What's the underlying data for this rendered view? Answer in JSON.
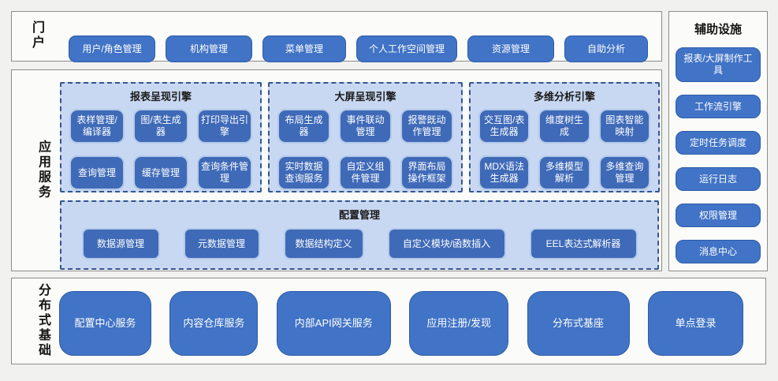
{
  "colors": {
    "button_blue": "#4173c6",
    "engine_button_blue": "#3f6ab8",
    "panel_light_blue": "#c9d8f2",
    "dashed_border_blue": "#33568f",
    "section_border_gray": "#8c8c8c",
    "page_background": "#f1f1ef"
  },
  "sections": {
    "portal": {
      "label": "门户",
      "items": [
        "用户/角色管理",
        "机构管理",
        "菜单管理",
        "个人工作空间管理",
        "资源管理",
        "自助分析"
      ]
    },
    "app_services": {
      "label": "应用服务",
      "engines": [
        {
          "title": "报表呈现引擎",
          "items": [
            "表样管理/编译器",
            "图/表生成器",
            "打印导出引擎",
            "查询管理",
            "缓存管理",
            "查询条件管理"
          ]
        },
        {
          "title": "大屏呈现引擎",
          "items": [
            "布局生成器",
            "事件联动管理",
            "报警既动作管理",
            "实时数据查询服务",
            "自定义组件管理",
            "界面布局操作框架"
          ]
        },
        {
          "title": "多维分析引擎",
          "items": [
            "交互图/表生成器",
            "维度树生成",
            "图表智能映射",
            "MDX语法生成器",
            "多维模型解析",
            "多维查询管理"
          ]
        }
      ],
      "config": {
        "title": "配置管理",
        "items": [
          "数据源管理",
          "元数据管理",
          "数据结构定义",
          "自定义模块/函数插入",
          "EEL表达式解析器"
        ]
      }
    },
    "auxiliary": {
      "title": "辅助设施",
      "items": [
        "报表/大屏制作工具",
        "工作流引擎",
        "定时任务调度",
        "运行日志",
        "权限管理",
        "消息中心"
      ]
    },
    "distributed": {
      "label": "分布式基础",
      "items": [
        "配置中心服务",
        "内容仓库服务",
        "内部API网关服务",
        "应用注册/发现",
        "分布式基座",
        "单点登录"
      ]
    }
  }
}
